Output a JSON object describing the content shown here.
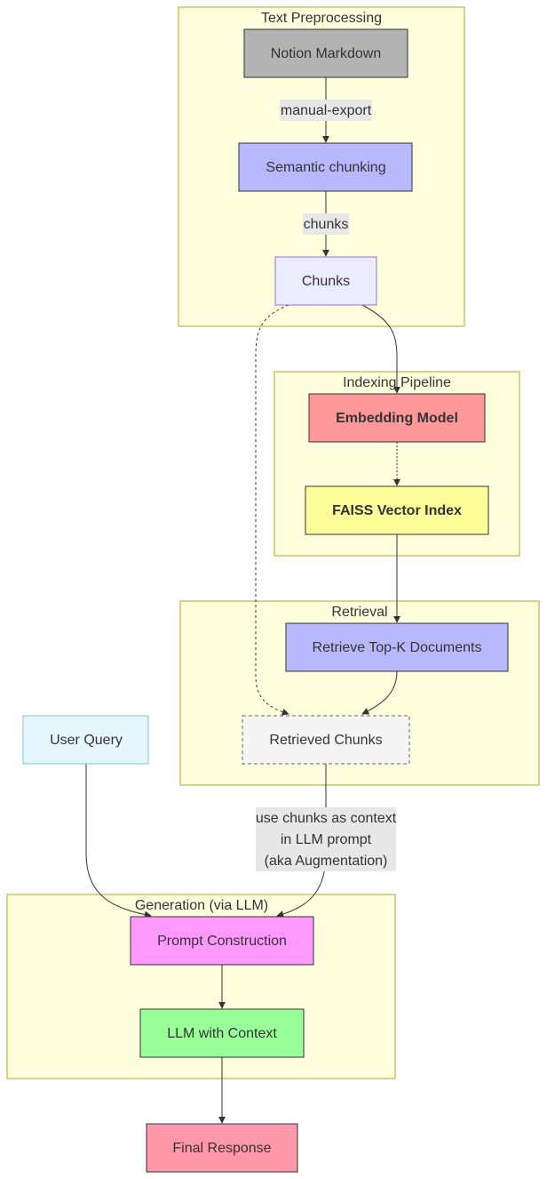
{
  "clusters": {
    "text_preprocessing": "Text Preprocessing",
    "indexing_pipeline": "Indexing Pipeline",
    "retrieval": "Retrieval",
    "generation": "Generation (via LLM)"
  },
  "nodes": {
    "notion_markdown": "Notion Markdown",
    "semantic_chunking": "Semantic chunking",
    "chunks": "Chunks",
    "embedding_model": "Embedding Model",
    "faiss_index": "FAISS Vector Index",
    "retrieve_topk": "Retrieve Top-K Documents",
    "retrieved_chunks": "Retrieved Chunks",
    "user_query": "User Query",
    "prompt_construction": "Prompt Construction",
    "llm_with_context": "LLM with Context",
    "final_response": "Final Response"
  },
  "edge_labels": {
    "manual_export": "manual-export",
    "chunks": "chunks",
    "augmentation": [
      "use chunks as context",
      "in LLM prompt",
      "(aka Augmentation)"
    ]
  },
  "colors": {
    "cluster_fill": "#ffffde",
    "cluster_stroke": "#aaaa33",
    "notion_markdown": "#b3b3b3",
    "semantic_chunking": "#b8b8ff",
    "chunks": "#ececff",
    "embedding_model": "#ff9999",
    "faiss_index": "#ffff99",
    "retrieve_topk": "#b8b8ff",
    "retrieved_chunks": "#f5f5f5",
    "user_query": "#e6f7ff",
    "prompt_construction": "#ff99ff",
    "llm_with_context": "#99ff99",
    "final_response": "#ff99aa"
  }
}
